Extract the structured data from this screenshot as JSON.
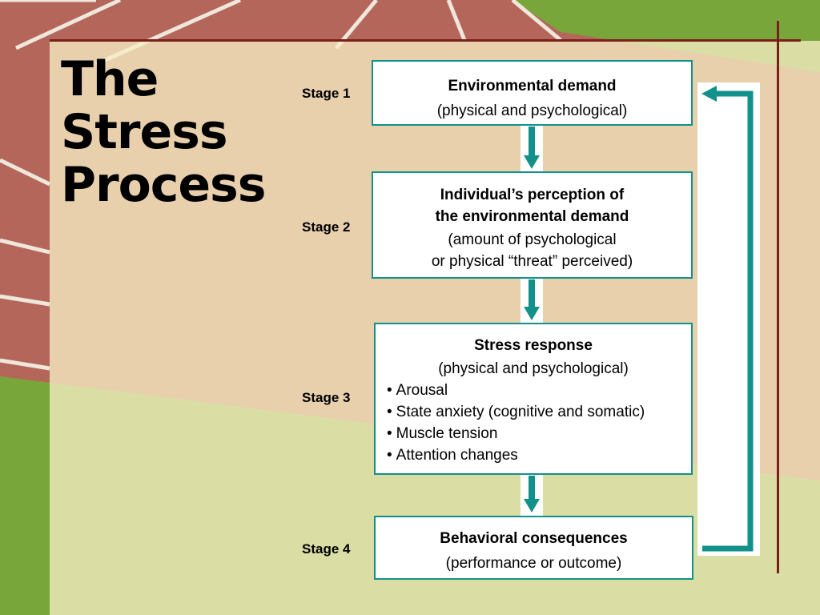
{
  "slide": {
    "title_lines": [
      "The",
      "Stress",
      "Process"
    ]
  },
  "stages": [
    {
      "label": "Stage 1",
      "heading_lines": [
        "Environmental demand"
      ],
      "detail_lines": [
        "(physical and psychological)"
      ]
    },
    {
      "label": "Stage 2",
      "heading_lines": [
        "Individual’s perception of",
        "the environmental demand"
      ],
      "detail_lines": [
        "(amount of psychological",
        "or physical “threat” perceived)"
      ]
    },
    {
      "label": "Stage 3",
      "heading_lines": [
        "Stress response"
      ],
      "detail_lines": [
        "(physical and psychological)"
      ],
      "bullets": [
        "Arousal",
        "State anxiety (cognitive and somatic)",
        "Muscle tension",
        "Attention changes"
      ]
    },
    {
      "label": "Stage 4",
      "heading_lines": [
        "Behavioral consequences"
      ],
      "detail_lines": [
        "(performance or outcome)"
      ]
    }
  ],
  "colors": {
    "box_border": "#12918a",
    "arrow_fill": "#12918a",
    "frame_line": "#7a1f1a",
    "track": "#b86a5c",
    "grass": "#79a63a"
  }
}
